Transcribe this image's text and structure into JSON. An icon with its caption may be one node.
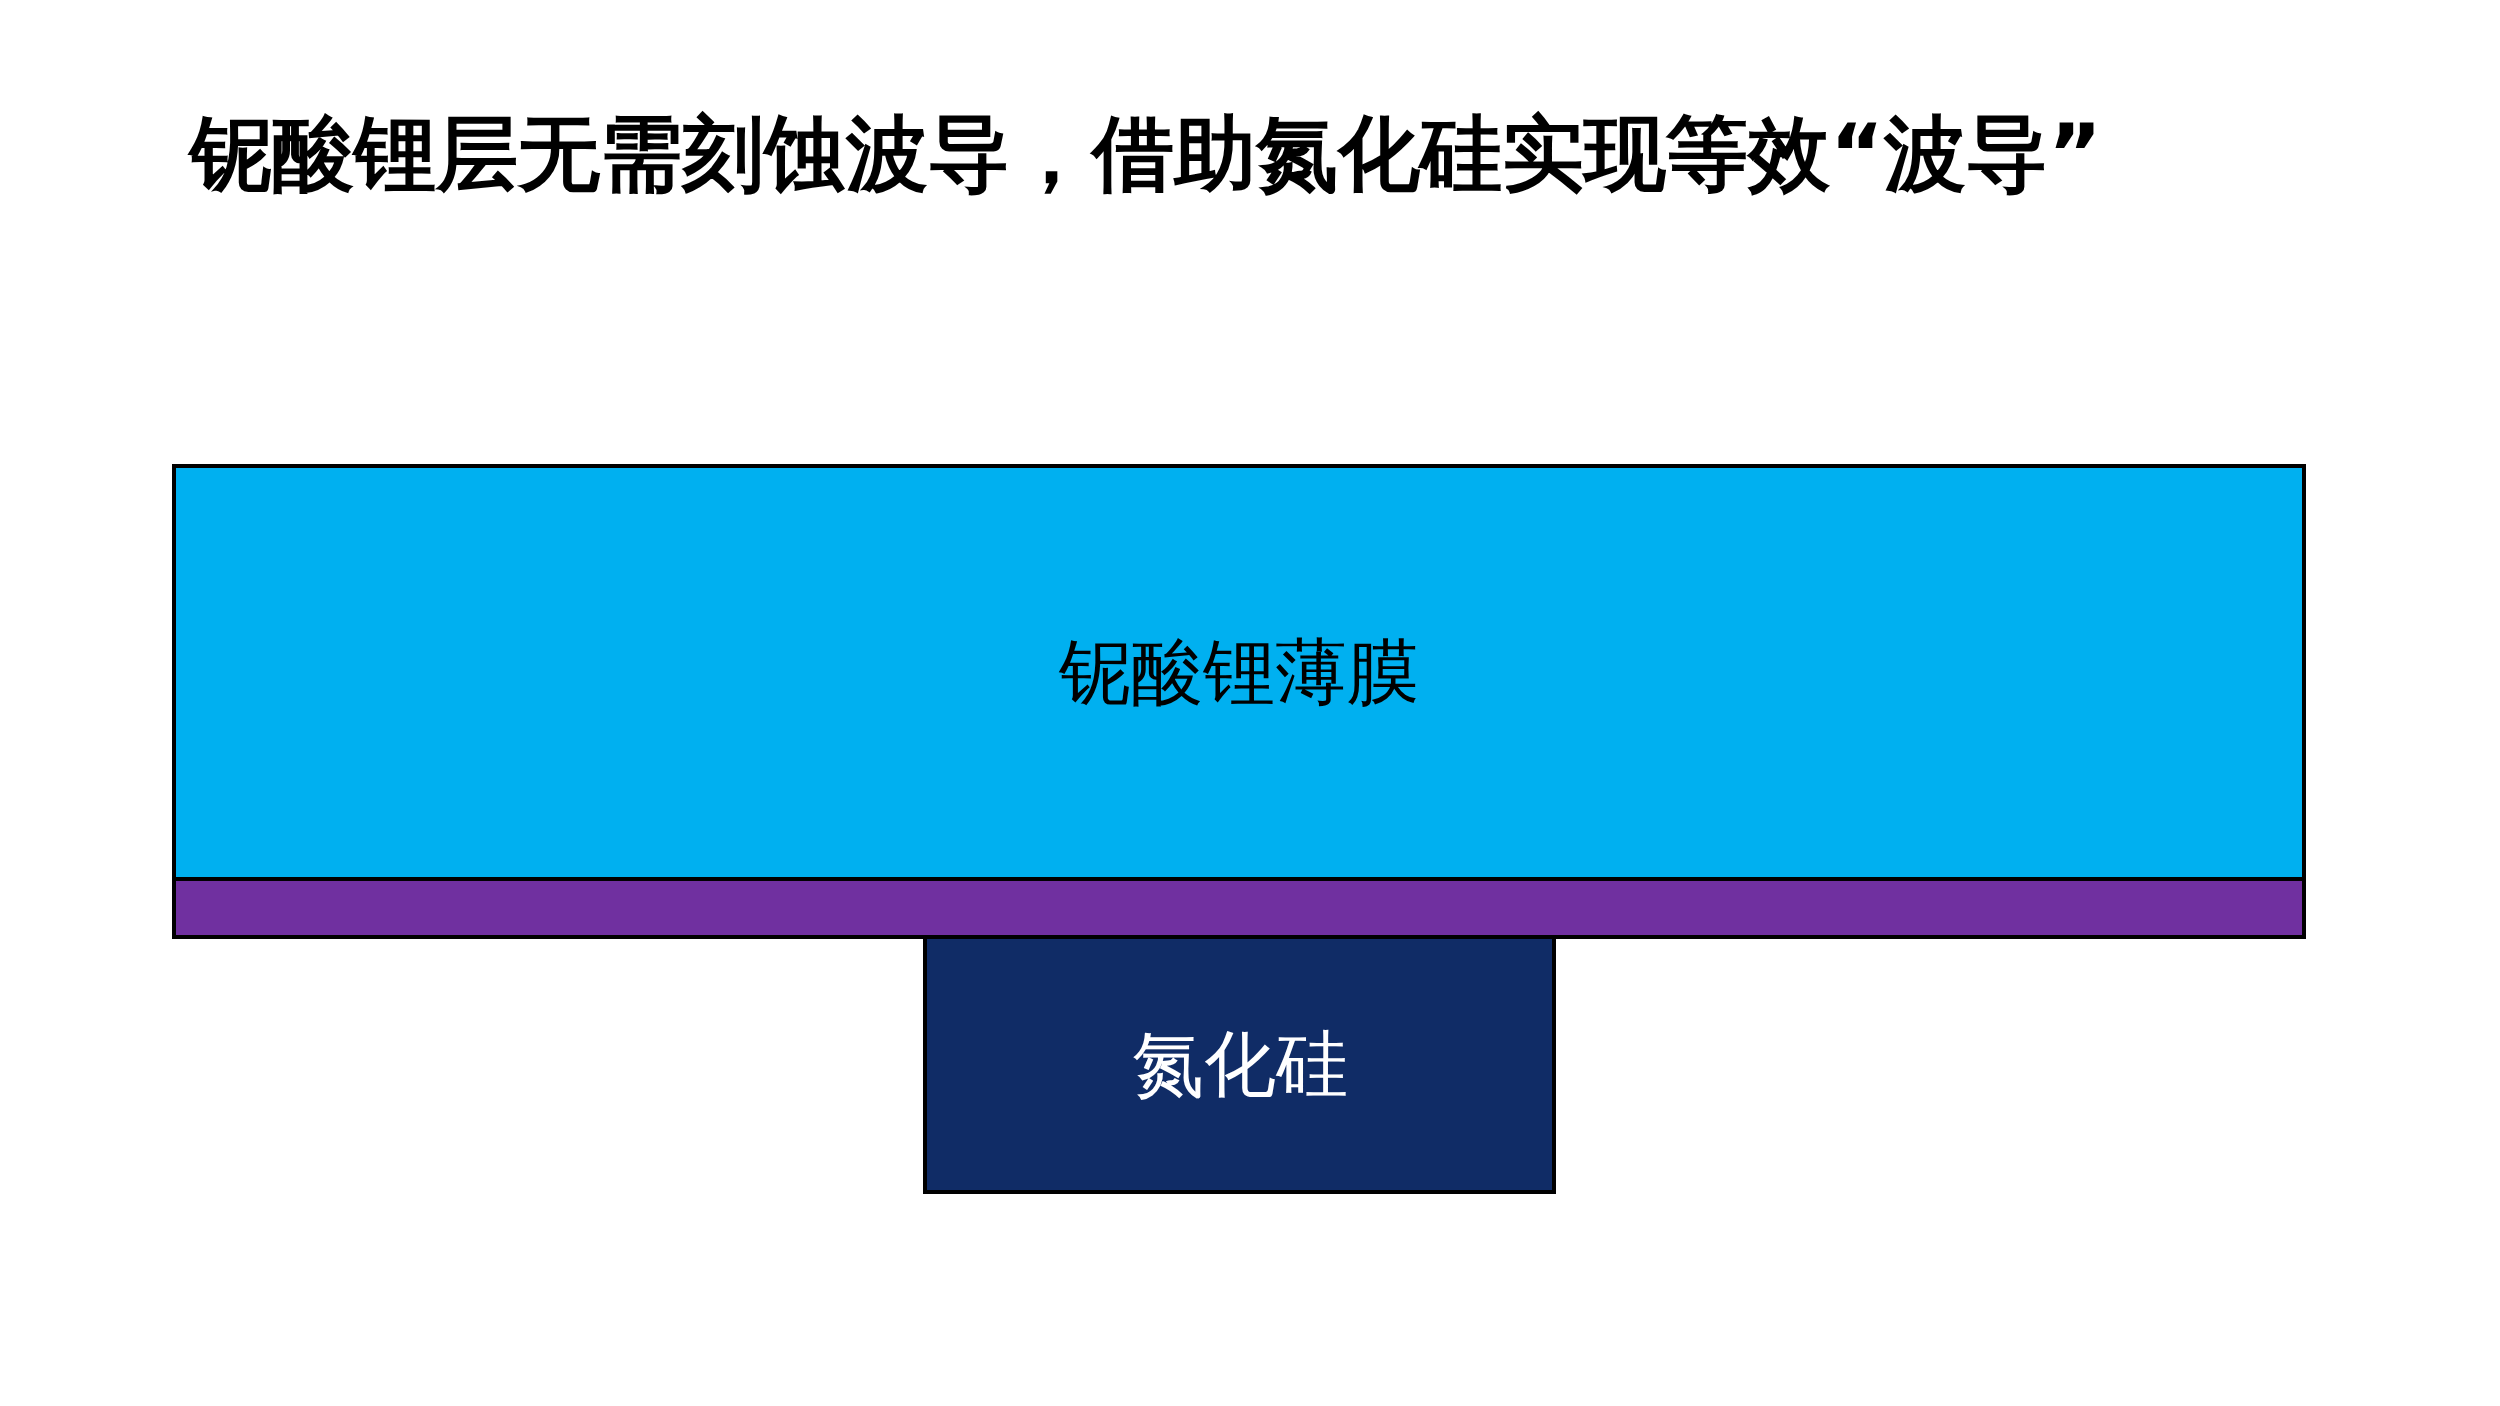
{
  "diagram": {
    "title": "铌酸锂层无需刻蚀波导，借助氮化硅实现等效“波导”",
    "nodes": [
      {
        "text": [
          "铌酸锂薄膜"
        ]
      },
      {
        "text": [],
        "shape": "bar"
      },
      {
        "text": [
          "氮化硅"
        ]
      }
    ]
  }
}
